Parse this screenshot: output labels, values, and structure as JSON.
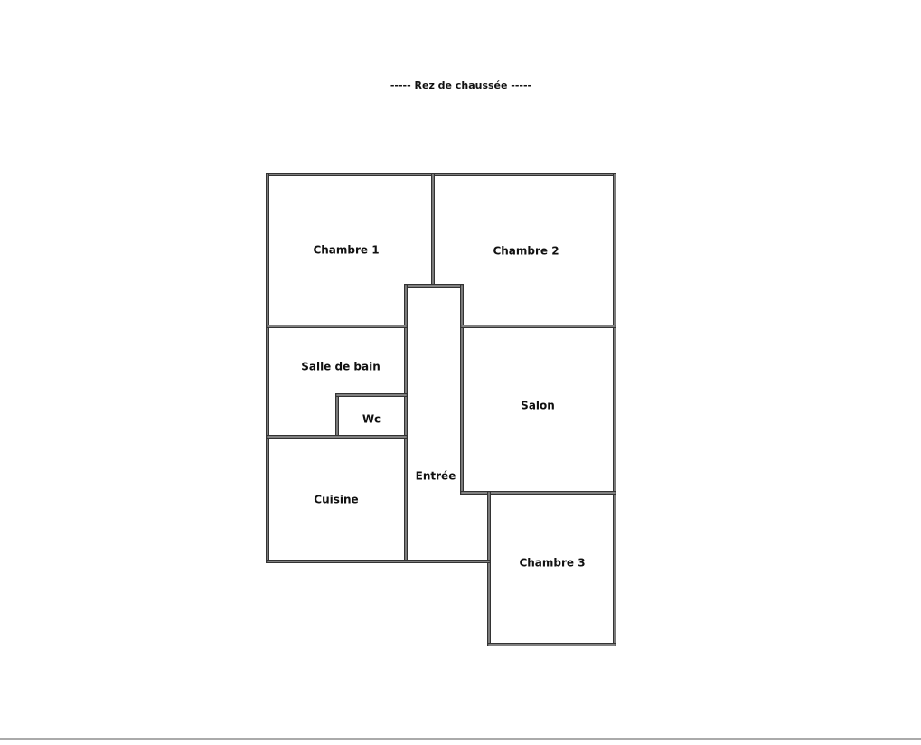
{
  "title": "-----  Rez de chaussée  -----",
  "rooms": {
    "chambre1": "Chambre 1",
    "chambre2": "Chambre 2",
    "salle_de_bain": "Salle de bain",
    "wc": "Wc",
    "salon": "Salon",
    "entree": "Entrée",
    "cuisine": "Cuisine",
    "chambre3": "Chambre 3"
  }
}
